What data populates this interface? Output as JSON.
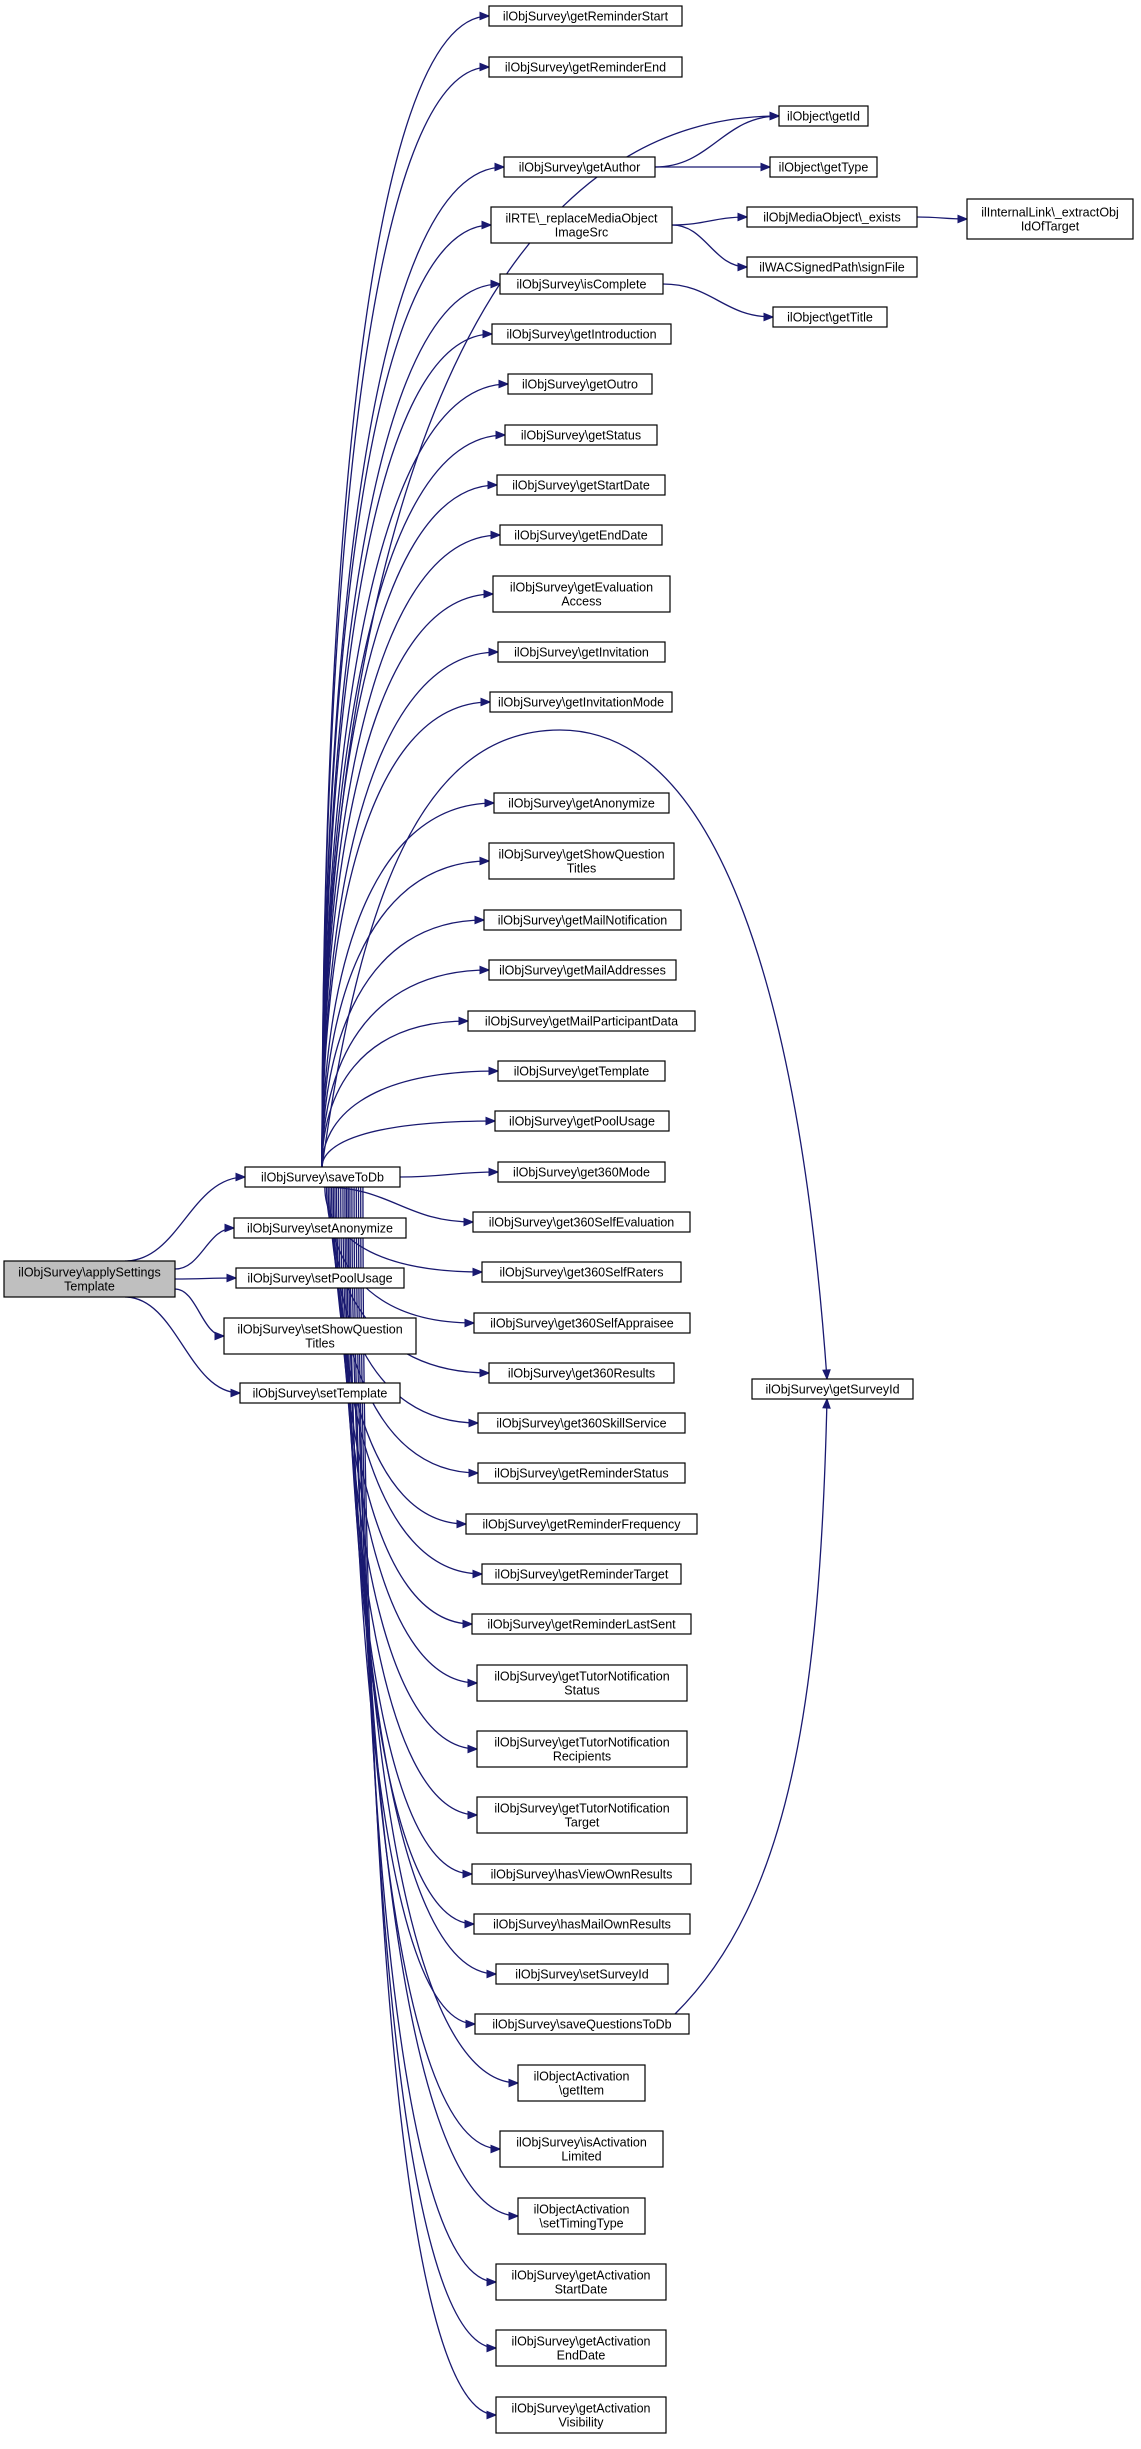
{
  "colors": {
    "edge": "#191970",
    "node_border": "#000000",
    "node_fill": "#ffffff",
    "root_fill": "#bfbfbf",
    "background": "#ffffff"
  },
  "nodes": {
    "apply": [
      "ilObjSurvey\\applySettings",
      "Template"
    ],
    "saveToDb": [
      "ilObjSurvey\\saveToDb"
    ],
    "setAnonymize": [
      "ilObjSurvey\\setAnonymize"
    ],
    "setPoolUsage": [
      "ilObjSurvey\\setPoolUsage"
    ],
    "setShowQuestionTitles": [
      "ilObjSurvey\\setShowQuestion",
      "Titles"
    ],
    "setTemplate": [
      "ilObjSurvey\\setTemplate"
    ],
    "getReminderStart": [
      "ilObjSurvey\\getReminderStart"
    ],
    "getReminderEnd": [
      "ilObjSurvey\\getReminderEnd"
    ],
    "getAuthor": [
      "ilObjSurvey\\getAuthor"
    ],
    "replaceMedia": [
      "ilRTE\\_replaceMediaObject",
      "ImageSrc"
    ],
    "isComplete": [
      "ilObjSurvey\\isComplete"
    ],
    "getIntroduction": [
      "ilObjSurvey\\getIntroduction"
    ],
    "getOutro": [
      "ilObjSurvey\\getOutro"
    ],
    "getStatus": [
      "ilObjSurvey\\getStatus"
    ],
    "getStartDate": [
      "ilObjSurvey\\getStartDate"
    ],
    "getEndDate": [
      "ilObjSurvey\\getEndDate"
    ],
    "getEvaluationAccess": [
      "ilObjSurvey\\getEvaluation",
      "Access"
    ],
    "getInvitation": [
      "ilObjSurvey\\getInvitation"
    ],
    "getInvitationMode": [
      "ilObjSurvey\\getInvitationMode"
    ],
    "getAnonymize": [
      "ilObjSurvey\\getAnonymize"
    ],
    "getShowQuestionTitles": [
      "ilObjSurvey\\getShowQuestion",
      "Titles"
    ],
    "getMailNotification": [
      "ilObjSurvey\\getMailNotification"
    ],
    "getMailAddresses": [
      "ilObjSurvey\\getMailAddresses"
    ],
    "getMailParticipantData": [
      "ilObjSurvey\\getMailParticipantData"
    ],
    "getTemplate": [
      "ilObjSurvey\\getTemplate"
    ],
    "getPoolUsage": [
      "ilObjSurvey\\getPoolUsage"
    ],
    "get360Mode": [
      "ilObjSurvey\\get360Mode"
    ],
    "get360SelfEvaluation": [
      "ilObjSurvey\\get360SelfEvaluation"
    ],
    "get360SelfRaters": [
      "ilObjSurvey\\get360SelfRaters"
    ],
    "get360SelfAppraisee": [
      "ilObjSurvey\\get360SelfAppraisee"
    ],
    "get360Results": [
      "ilObjSurvey\\get360Results"
    ],
    "get360SkillService": [
      "ilObjSurvey\\get360SkillService"
    ],
    "getReminderStatus": [
      "ilObjSurvey\\getReminderStatus"
    ],
    "getReminderFrequency": [
      "ilObjSurvey\\getReminderFrequency"
    ],
    "getReminderTarget": [
      "ilObjSurvey\\getReminderTarget"
    ],
    "getReminderLastSent": [
      "ilObjSurvey\\getReminderLastSent"
    ],
    "getTutorNotificationStatus": [
      "ilObjSurvey\\getTutorNotification",
      "Status"
    ],
    "getTutorNotificationRecipients": [
      "ilObjSurvey\\getTutorNotification",
      "Recipients"
    ],
    "getTutorNotificationTarget": [
      "ilObjSurvey\\getTutorNotification",
      "Target"
    ],
    "hasViewOwnResults": [
      "ilObjSurvey\\hasViewOwnResults"
    ],
    "hasMailOwnResults": [
      "ilObjSurvey\\hasMailOwnResults"
    ],
    "setSurveyId": [
      "ilObjSurvey\\setSurveyId"
    ],
    "saveQuestionsToDb": [
      "ilObjSurvey\\saveQuestionsToDb"
    ],
    "activationGetItem": [
      "ilObjectActivation",
      "\\getItem"
    ],
    "isActivationLimited": [
      "ilObjSurvey\\isActivation",
      "Limited"
    ],
    "activationSetTimingType": [
      "ilObjectActivation",
      "\\setTimingType"
    ],
    "getActivationStartDate": [
      "ilObjSurvey\\getActivation",
      "StartDate"
    ],
    "getActivationEndDate": [
      "ilObjSurvey\\getActivation",
      "EndDate"
    ],
    "getActivationVisibility": [
      "ilObjSurvey\\getActivation",
      "Visibility"
    ],
    "objectGetId": [
      "ilObject\\getId"
    ],
    "objectGetType": [
      "ilObject\\getType"
    ],
    "mediaExists": [
      "ilObjMediaObject\\_exists"
    ],
    "signFile": [
      "ilWACSignedPath\\signFile"
    ],
    "objectGetTitle": [
      "ilObject\\getTitle"
    ],
    "extractObjId": [
      "ilInternalLink\\_extractObj",
      "IdOfTarget"
    ],
    "getSurveyId": [
      "ilObjSurvey\\getSurveyId"
    ]
  },
  "edges": [
    [
      "apply",
      "saveToDb"
    ],
    [
      "apply",
      "setAnonymize"
    ],
    [
      "apply",
      "setPoolUsage"
    ],
    [
      "apply",
      "setShowQuestionTitles"
    ],
    [
      "apply",
      "setTemplate"
    ],
    [
      "saveToDb",
      "getReminderStart"
    ],
    [
      "saveToDb",
      "getReminderEnd"
    ],
    [
      "saveToDb",
      "objectGetId"
    ],
    [
      "saveToDb",
      "getAuthor"
    ],
    [
      "saveToDb",
      "replaceMedia"
    ],
    [
      "saveToDb",
      "isComplete"
    ],
    [
      "saveToDb",
      "getIntroduction"
    ],
    [
      "saveToDb",
      "getOutro"
    ],
    [
      "saveToDb",
      "getStatus"
    ],
    [
      "saveToDb",
      "getStartDate"
    ],
    [
      "saveToDb",
      "getEndDate"
    ],
    [
      "saveToDb",
      "getEvaluationAccess"
    ],
    [
      "saveToDb",
      "getInvitation"
    ],
    [
      "saveToDb",
      "getInvitationMode"
    ],
    [
      "saveToDb",
      "getSurveyId"
    ],
    [
      "saveToDb",
      "getAnonymize"
    ],
    [
      "saveToDb",
      "getShowQuestionTitles"
    ],
    [
      "saveToDb",
      "getMailNotification"
    ],
    [
      "saveToDb",
      "getMailAddresses"
    ],
    [
      "saveToDb",
      "getMailParticipantData"
    ],
    [
      "saveToDb",
      "getTemplate"
    ],
    [
      "saveToDb",
      "getPoolUsage"
    ],
    [
      "saveToDb",
      "get360Mode"
    ],
    [
      "saveToDb",
      "get360SelfEvaluation"
    ],
    [
      "saveToDb",
      "get360SelfRaters"
    ],
    [
      "saveToDb",
      "get360SelfAppraisee"
    ],
    [
      "saveToDb",
      "get360Results"
    ],
    [
      "saveToDb",
      "get360SkillService"
    ],
    [
      "saveToDb",
      "getReminderStatus"
    ],
    [
      "saveToDb",
      "getReminderFrequency"
    ],
    [
      "saveToDb",
      "getReminderTarget"
    ],
    [
      "saveToDb",
      "getReminderLastSent"
    ],
    [
      "saveToDb",
      "getTutorNotificationStatus"
    ],
    [
      "saveToDb",
      "getTutorNotificationRecipients"
    ],
    [
      "saveToDb",
      "getTutorNotificationTarget"
    ],
    [
      "saveToDb",
      "hasViewOwnResults"
    ],
    [
      "saveToDb",
      "hasMailOwnResults"
    ],
    [
      "saveToDb",
      "setSurveyId"
    ],
    [
      "saveToDb",
      "saveQuestionsToDb"
    ],
    [
      "saveToDb",
      "activationGetItem"
    ],
    [
      "saveToDb",
      "isActivationLimited"
    ],
    [
      "saveToDb",
      "activationSetTimingType"
    ],
    [
      "saveToDb",
      "getActivationStartDate"
    ],
    [
      "saveToDb",
      "getActivationEndDate"
    ],
    [
      "saveToDb",
      "getActivationVisibility"
    ],
    [
      "getAuthor",
      "objectGetId"
    ],
    [
      "getAuthor",
      "objectGetType"
    ],
    [
      "replaceMedia",
      "mediaExists"
    ],
    [
      "replaceMedia",
      "signFile"
    ],
    [
      "mediaExists",
      "extractObjId"
    ],
    [
      "isComplete",
      "objectGetTitle"
    ],
    [
      "saveQuestionsToDb",
      "getSurveyId"
    ]
  ]
}
